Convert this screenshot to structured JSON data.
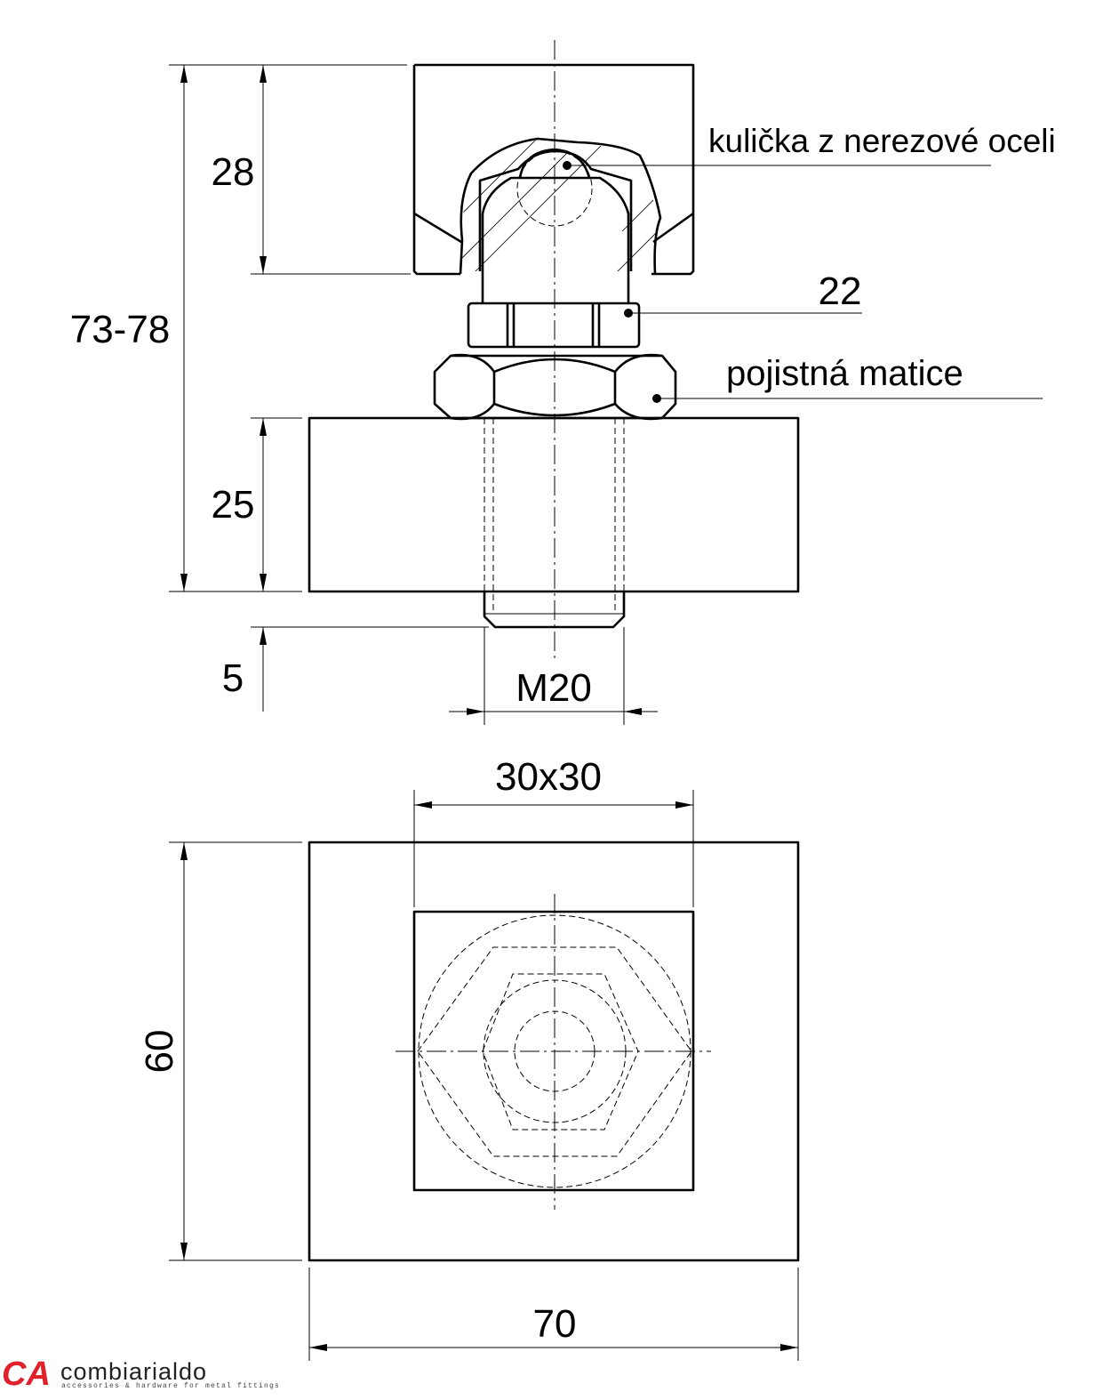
{
  "drawing": {
    "side_view": {
      "dimensions": {
        "total_height": "73-78",
        "top_block_height": "28",
        "base_height": "25",
        "thread_protrusion": "5",
        "thread": "M20",
        "nut_size": "22"
      },
      "labels": {
        "ball": "kulička z nerezové oceli",
        "lock_nut": "pojistná matice"
      }
    },
    "top_view": {
      "dimensions": {
        "top_block": "30x30",
        "base_depth": "60",
        "base_width": "70"
      }
    }
  },
  "logo": {
    "mark": "CA",
    "name": "combiarialdo",
    "tagline": "accessories & hardware for metal fittings",
    "brand_color": "#e0202a"
  }
}
